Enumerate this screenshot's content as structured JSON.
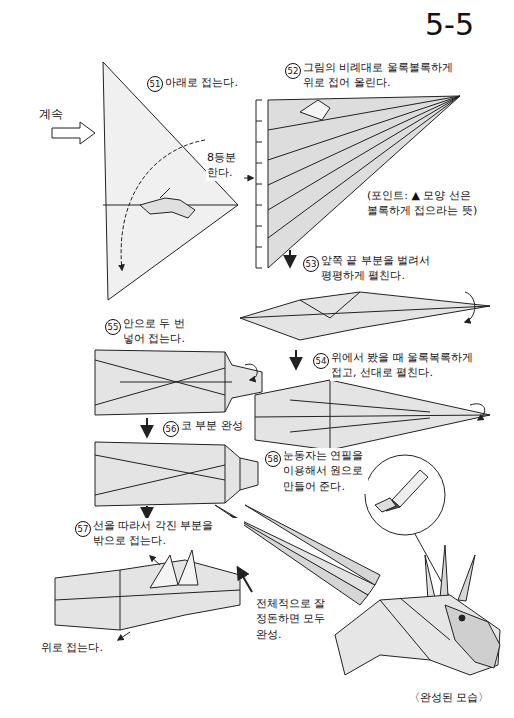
{
  "diagram": {
    "title": "5-5",
    "labels": [
      "51",
      "아래로 접는다.",
      "계속",
      "52",
      "그림의 비례대로 울록볼록하게 위로 접어 올린다.",
      "8등분 한다.",
      "(포인트: ▲ 모양 선은 볼록하게 접으라는 뜻)",
      "53",
      "앞쪽 끝 부분을 벌려서 평평하게 펼친다.",
      "55",
      "안으로 두 번 넣어 접는다.",
      "54",
      "위에서 봤을 때 울록복록하게 접고, 선대로 펼친다.",
      "56",
      "코 부분 완성",
      "58",
      "눈동자는 연필을 이용해서 원으로 만들어 준다.",
      "57",
      "선을 따라서 각진 부분을 밖으로 접는다.",
      "전체적으로 잘 정돈하면 모두 완성.",
      "위로 접는다.",
      "〈완성된 모습〉"
    ]
  }
}
